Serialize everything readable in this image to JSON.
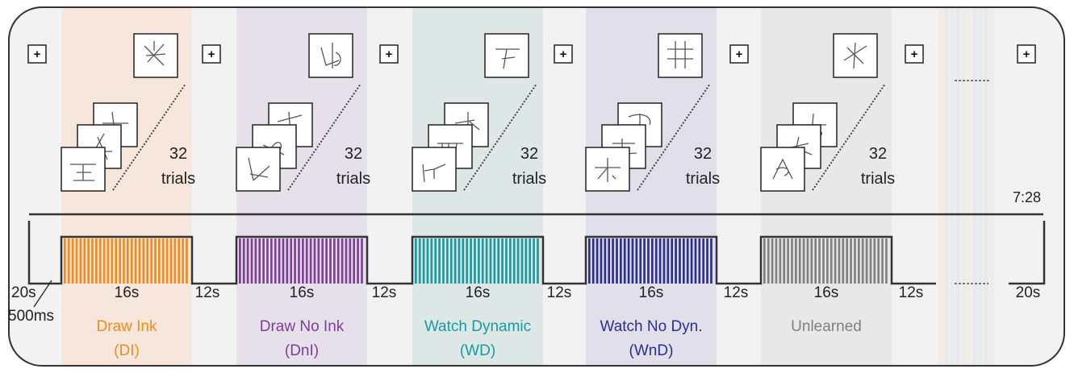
{
  "blocks": [
    {
      "name": "Draw Ink",
      "abbr": "(DI)",
      "color": "#f28a1c",
      "bg": "#f6e6db"
    },
    {
      "name": "Draw No Ink",
      "abbr": "(DnI)",
      "color": "#7d3f98",
      "bg": "#e6e0ea"
    },
    {
      "name": "Watch Dynamic",
      "abbr": "(WD)",
      "color": "#1a9aa0",
      "bg": "#dde7e6"
    },
    {
      "name": "Watch No Dyn.",
      "abbr": "(WnD)",
      "color": "#2b2f8f",
      "bg": "#e1e0ea"
    },
    {
      "name": "Unlearned",
      "abbr": "",
      "color": "#808080",
      "bg": "#e8e8e8"
    }
  ],
  "trials_count": "32",
  "trials_word": "trials",
  "fixation_symbol": "+",
  "total_time": "7:28",
  "durations": {
    "rest_start": "20s",
    "block": "16s",
    "rest_between": "12s",
    "rest_end": "20s",
    "trial": "500ms"
  },
  "colors": {
    "timeline": "#333333",
    "frame_bg": "#f2f2f2"
  }
}
